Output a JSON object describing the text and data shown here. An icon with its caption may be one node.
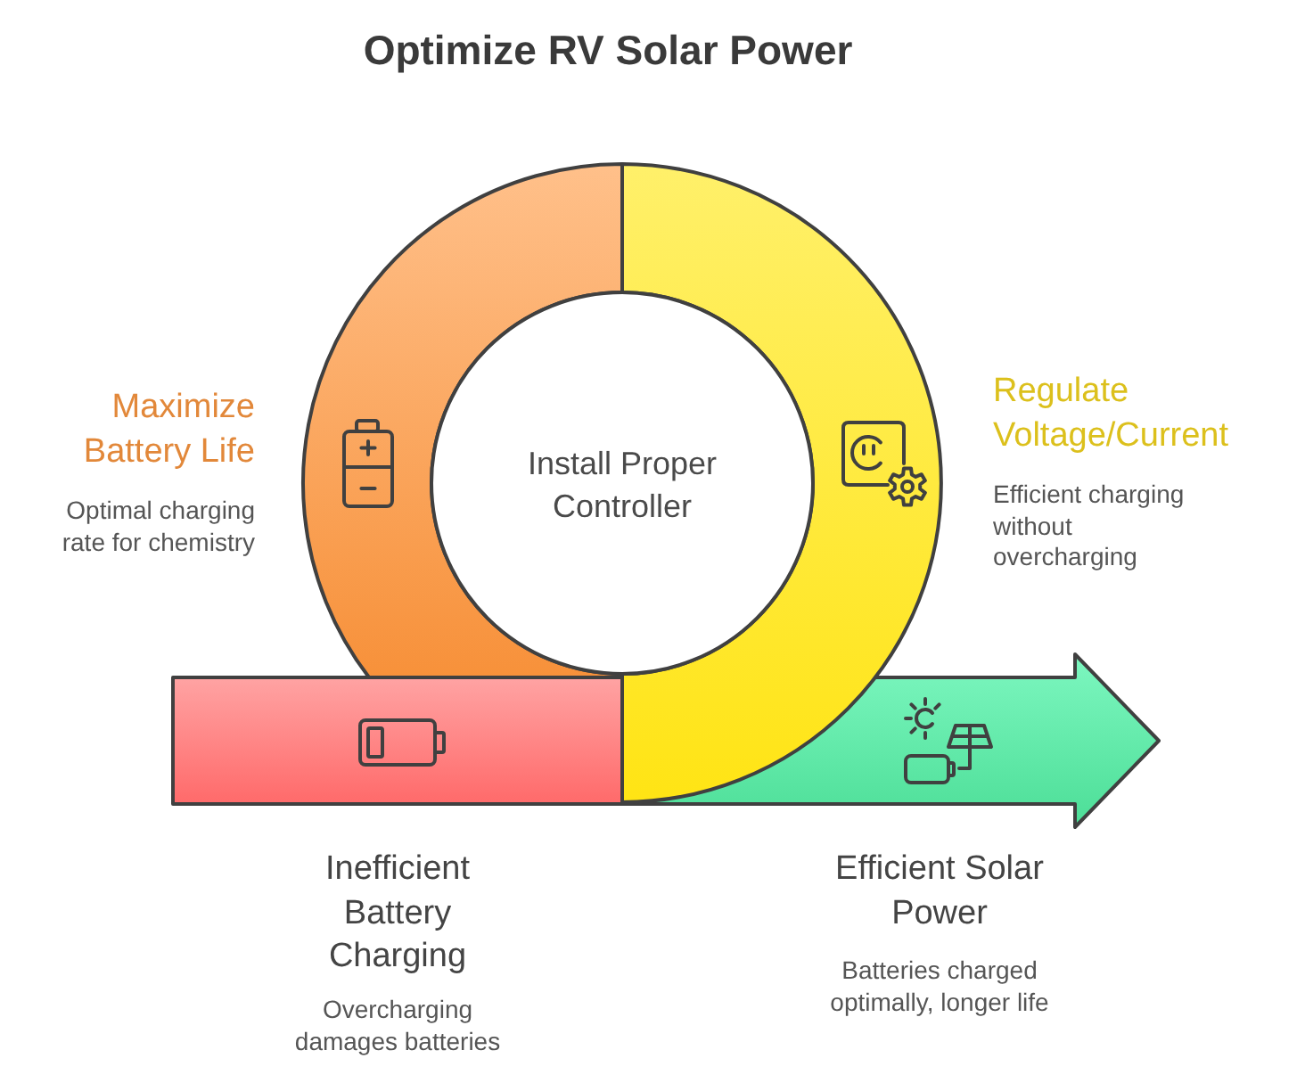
{
  "diagram": {
    "title": "Optimize RV Solar Power",
    "nodes": [
      {
        "text": [
          "Maximize Battery Life",
          "Optimal charging rate for chemistry"
        ]
      },
      {
        "text": [
          "Install Proper Controller"
        ]
      },
      {
        "text": [
          "Regulate Voltage/Current",
          "Efficient charging without overcharging"
        ]
      },
      {
        "text": [
          "Inefficient Battery Charging",
          "Overcharging damages batteries"
        ]
      },
      {
        "text": [
          "Efficient Solar Power",
          "Batteries charged optimally, longer life"
        ]
      }
    ]
  }
}
